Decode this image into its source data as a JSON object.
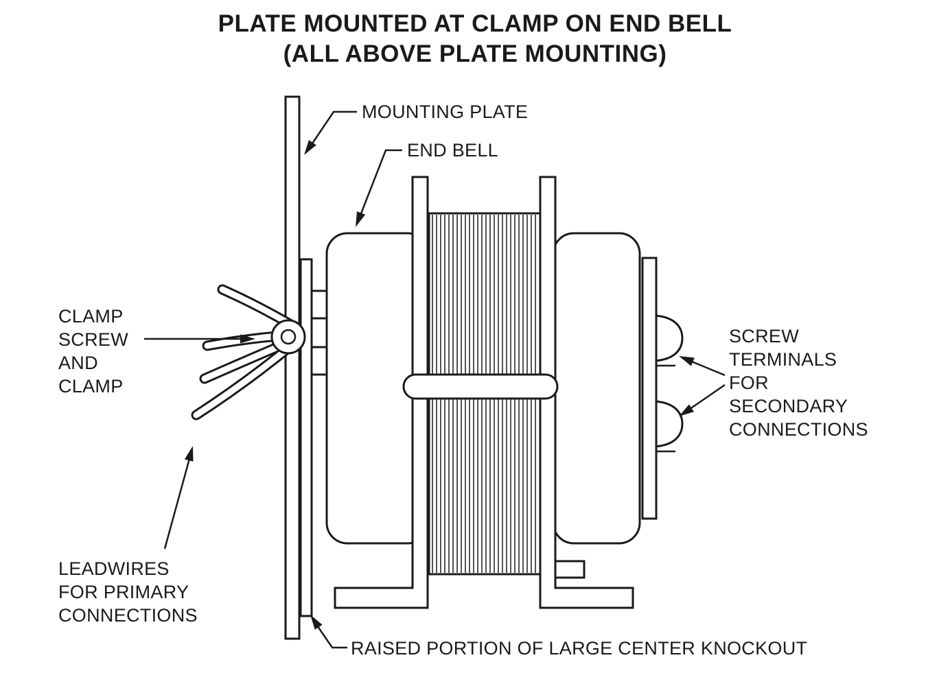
{
  "title": {
    "line1": "PLATE MOUNTED AT CLAMP ON END BELL",
    "line2": "(ALL ABOVE PLATE MOUNTING)"
  },
  "labels": {
    "mounting_plate": "MOUNTING PLATE",
    "end_bell": "END BELL",
    "clamp_screw_and_clamp": "CLAMP\nSCREW\nAND\nCLAMP",
    "screw_terminals": "SCREW\nTERMINALS\nFOR\nSECONDARY\nCONNECTIONS",
    "leadwires": "LEADWIRES\nFOR PRIMARY\nCONNECTIONS",
    "raised_portion": "RAISED PORTION OF LARGE CENTER KNOCKOUT"
  },
  "colors": {
    "line": "#1a1a1a",
    "background": "#ffffff"
  }
}
